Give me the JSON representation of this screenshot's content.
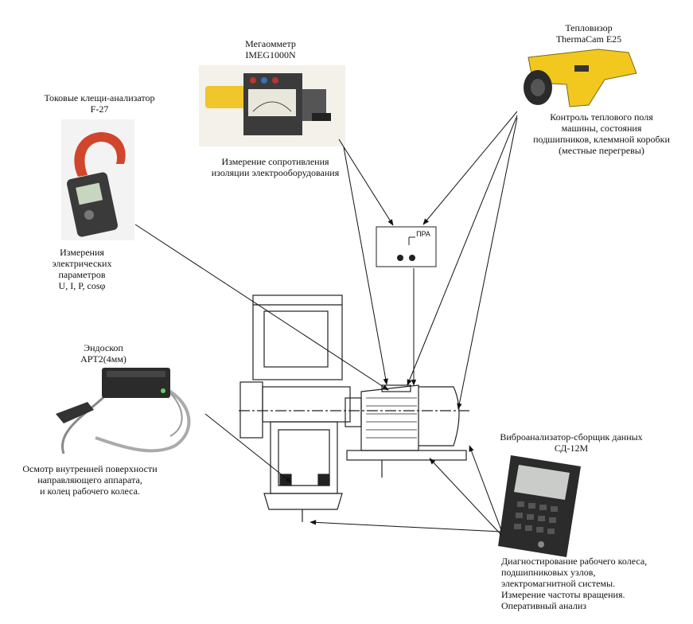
{
  "clamp_meter": {
    "title_line1": "Токовые клещи-анализатор",
    "title_line2": "F-27",
    "caption": [
      "Измерения",
      "электрических",
      "параметров",
      "U, I, P, cosφ"
    ]
  },
  "megohmmeter": {
    "title_line1": "Мегаомметр",
    "title_line2": "IMEG1000N",
    "caption": [
      "Измерение сопротивления",
      "изоляции электрооборудования"
    ]
  },
  "thermal_imager": {
    "title_line1": "Тепловизор",
    "title_line2": "ThermaCam E25",
    "caption": [
      "Контроль теплового поля",
      "машины, состояния",
      "подшипников, клеммной коробки",
      "(местные перегревы)"
    ]
  },
  "pra_box": {
    "label": "ПРА"
  },
  "endoscope": {
    "title_line1": "Эндоскоп",
    "title_line2": "APT2(4мм)",
    "caption": [
      "Осмотр внутренней поверхности",
      "направляющего аппарата,",
      "и колец рабочего колеса."
    ]
  },
  "vibro_analyzer": {
    "title_line1": "Виброанализатор-сборщик данных",
    "title_line2": "СД-12М",
    "caption": [
      "Диагностирование рабочего колеса,",
      "подшипниковых узлов,",
      "электромагнитной системы.",
      "Измерение частоты вращения.",
      "Оперативный анализ"
    ]
  },
  "colors": {
    "thermal_yellow": "#f2c81e",
    "clamp_red": "#d0462c",
    "device_dark": "#2b2b2b"
  }
}
